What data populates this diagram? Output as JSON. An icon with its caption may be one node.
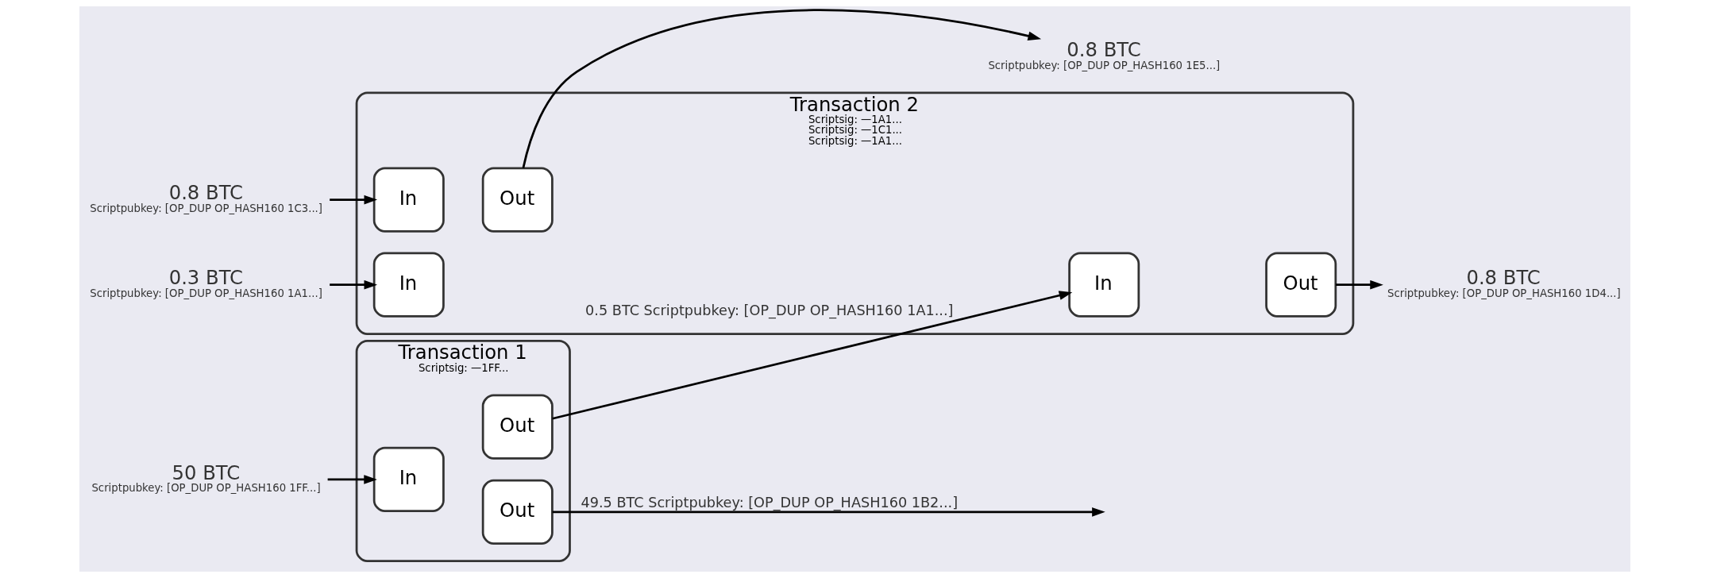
{
  "diagram": {
    "nodes": [
      {
        "text": [
          "Transaction 1",
          "Scriptsig: —1FF..."
        ]
      },
      {
        "text": [
          "In"
        ],
        "in": 0
      },
      {
        "text": [
          "Out"
        ],
        "in": 0
      },
      {
        "text": [
          "Out"
        ],
        "in": 0
      },
      {
        "text": [
          "Transaction 2",
          "Scriptsig: —1A1...",
          "Scriptsig: —1C1...",
          "Scriptsig: —1A1..."
        ]
      },
      {
        "text": [
          "In"
        ],
        "in": 4
      },
      {
        "text": [
          "Out"
        ],
        "in": 4
      },
      {
        "text": [
          "In"
        ],
        "in": 4
      },
      {
        "text": [
          "Out"
        ],
        "in": 4
      },
      {
        "text": [
          "In"
        ],
        "in": 4
      },
      {
        "text": [
          "50 BTC",
          "Scriptpubkey: [OP_DUP OP_HASH160 1FF...]"
        ]
      },
      {
        "text": [
          "0.8 BTC",
          "Scriptpubkey: [OP_DUP OP_HASH160 1C3...]"
        ]
      },
      {
        "text": [
          "0.3 BTC",
          "Scriptpubkey: [OP_DUP OP_HASH160 1A1...]"
        ]
      },
      {
        "text": [
          "0.8 BTC",
          "Scriptpubkey: [OP_DUP OP_HASH160 1D4...]"
        ]
      },
      {
        "text": [
          "0.8 BTC",
          "Scriptpubkey: [OP_DUP OP_HASH160 1E5...]"
        ]
      }
    ],
    "edges": [
      {
        "from": 10,
        "to": 1,
        "arrow": "to"
      },
      {
        "from": 2,
        "to": 5,
        "arrow": "to",
        "label": "0.5 BTC Scriptpubkey: [OP_DUP OP_HASH160 1A1...]"
      },
      {
        "from": 3,
        "to": null,
        "arrow": "to",
        "label": "49.5 BTC Scriptpubkey: [OP_DUP OP_HASH160 1B2...]"
      },
      {
        "from": 11,
        "to": 7,
        "arrow": "to"
      },
      {
        "from": 12,
        "to": 9,
        "arrow": "to"
      },
      {
        "from": 6,
        "to": 13,
        "arrow": "to"
      },
      {
        "from": 8,
        "to": 14,
        "arrow": "to"
      }
    ]
  }
}
